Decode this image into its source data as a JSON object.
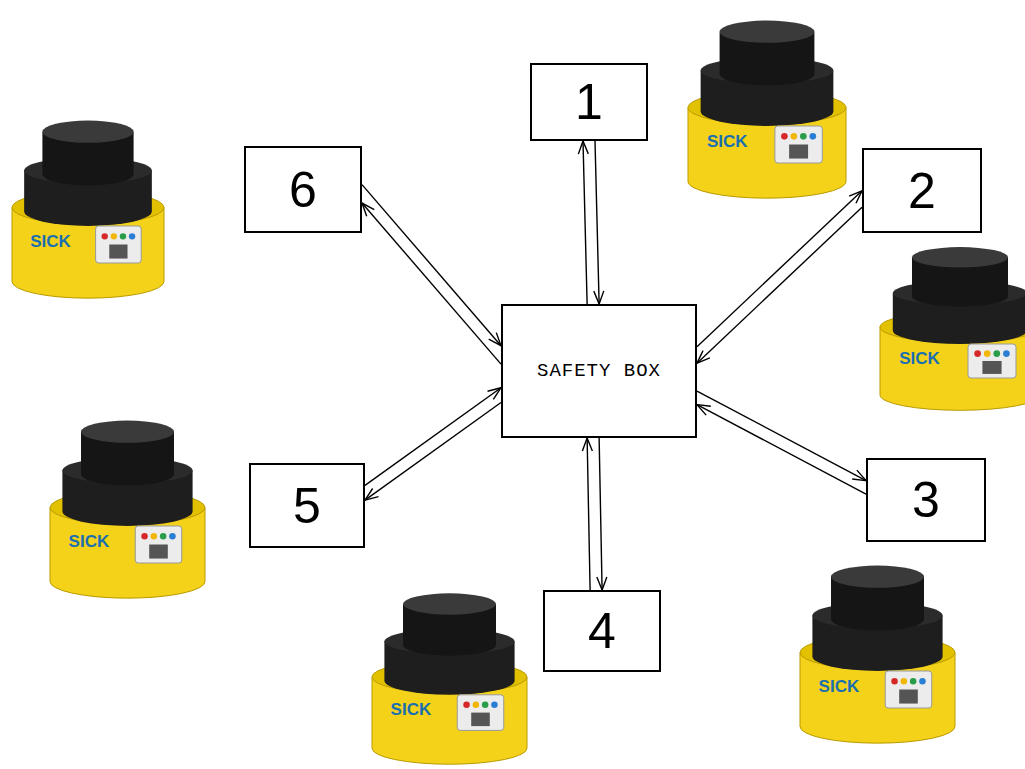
{
  "diagram": {
    "nodes": [
      {
        "text": [
          "1"
        ]
      },
      {
        "text": [
          "2"
        ]
      },
      {
        "text": [
          "3"
        ]
      },
      {
        "text": [
          "4"
        ]
      },
      {
        "text": [
          "5"
        ]
      },
      {
        "text": [
          "6"
        ]
      },
      {
        "text": [
          "SAFETY BOX"
        ]
      }
    ],
    "edges": [
      {
        "from": 0,
        "to": 6,
        "arrow": "to"
      },
      {
        "from": 6,
        "to": 0,
        "arrow": "to"
      },
      {
        "from": 1,
        "to": 6,
        "arrow": "to"
      },
      {
        "from": 6,
        "to": 1,
        "arrow": "to"
      },
      {
        "from": 2,
        "to": 6,
        "arrow": "to"
      },
      {
        "from": 6,
        "to": 2,
        "arrow": "to"
      },
      {
        "from": 3,
        "to": 6,
        "arrow": "to"
      },
      {
        "from": 6,
        "to": 3,
        "arrow": "to"
      },
      {
        "from": 4,
        "to": 6,
        "arrow": "to"
      },
      {
        "from": 6,
        "to": 4,
        "arrow": "to"
      },
      {
        "from": 5,
        "to": 6,
        "arrow": "to"
      },
      {
        "from": 6,
        "to": 5,
        "arrow": "to"
      }
    ],
    "labels": [
      "SICK",
      "SICK",
      "SICK",
      "SICK",
      "SICK",
      "SICK"
    ]
  }
}
